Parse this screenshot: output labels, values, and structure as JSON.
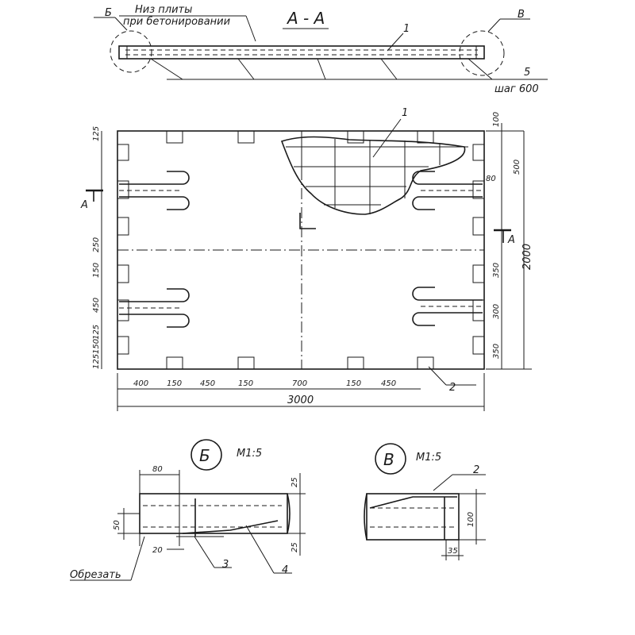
{
  "section_top": {
    "title": "А - А",
    "note_line1": "Низ плиты",
    "note_line2": "при бетонировании",
    "callout_left": "Б",
    "callout_right": "В",
    "marker_1": "1",
    "marker_5": "5",
    "step_note": "шаг 600"
  },
  "plan": {
    "marker_1": "1",
    "marker_2": "2",
    "section_left": "А",
    "section_right": "А",
    "dims_left": [
      "125",
      "250",
      "150",
      "450",
      "125",
      "150",
      "125"
    ],
    "dims_right": [
      "100",
      "500",
      "80",
      "350",
      "300",
      "350"
    ],
    "height_total": "2000",
    "dims_bottom": [
      "400",
      "150",
      "450",
      "150",
      "700",
      "150",
      "450"
    ],
    "width_total": "3000"
  },
  "detail_b": {
    "label": "Б",
    "scale": "М1:5",
    "dim_80": "80",
    "dim_25_top": "25",
    "dim_50": "50",
    "dim_20": "20",
    "dim_25_bottom": "25",
    "cut_note": "Обрезать",
    "marker_3": "3",
    "marker_4": "4"
  },
  "detail_v": {
    "label": "В",
    "scale": "М1:5",
    "marker_2": "2",
    "dim_100": "100",
    "dim_35": "35"
  }
}
